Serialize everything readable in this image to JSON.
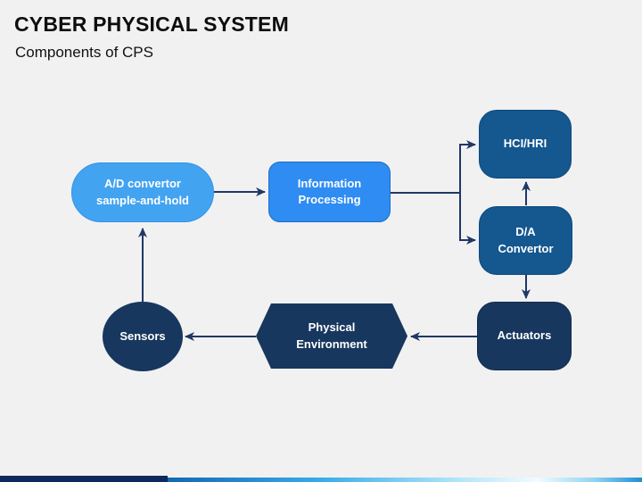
{
  "slide": {
    "title": "CYBER PHYSICAL SYSTEM",
    "subtitle": "Components of CPS"
  },
  "diagram": {
    "nodes": {
      "ad_convertor": {
        "line1": "A/D convertor",
        "line2": "sample-and-hold",
        "shape": "pill",
        "fill": "#42a3f1"
      },
      "information_processing": {
        "line1": "Information",
        "line2": "Processing",
        "shape": "rounded-rect",
        "fill": "#2e8cf2"
      },
      "hci_hri": {
        "line1": "HCI/HRI",
        "shape": "rounded-rect",
        "fill": "#15578f"
      },
      "da_convertor": {
        "line1": "D/A",
        "line2": "Convertor",
        "shape": "rounded-rect",
        "fill": "#15578f"
      },
      "actuators": {
        "line1": "Actuators",
        "shape": "rounded-rect",
        "fill": "#17375e"
      },
      "physical_environment": {
        "line1": "Physical",
        "line2": "Environment",
        "shape": "hexagon",
        "fill": "#17375e"
      },
      "sensors": {
        "line1": "Sensors",
        "shape": "ellipse",
        "fill": "#17375e"
      }
    },
    "connections": [
      "ad_convertor -> information_processing",
      "information_processing -> hci_hri",
      "information_processing -> da_convertor",
      "da_convertor -> hci_hri",
      "da_convertor -> actuators",
      "actuators -> physical_environment",
      "physical_environment -> sensors",
      "sensors -> ad_convertor"
    ]
  },
  "colors": {
    "background": "#f1f1f2",
    "node_light_blue": "#42a3f1",
    "node_blue": "#2e8cf2",
    "node_medium_blue": "#15578f",
    "node_navy": "#17375e",
    "arrow": "#1f3864",
    "footer_navy": "#0e2a5c",
    "footer_blue_end": "#1e8fd6"
  }
}
